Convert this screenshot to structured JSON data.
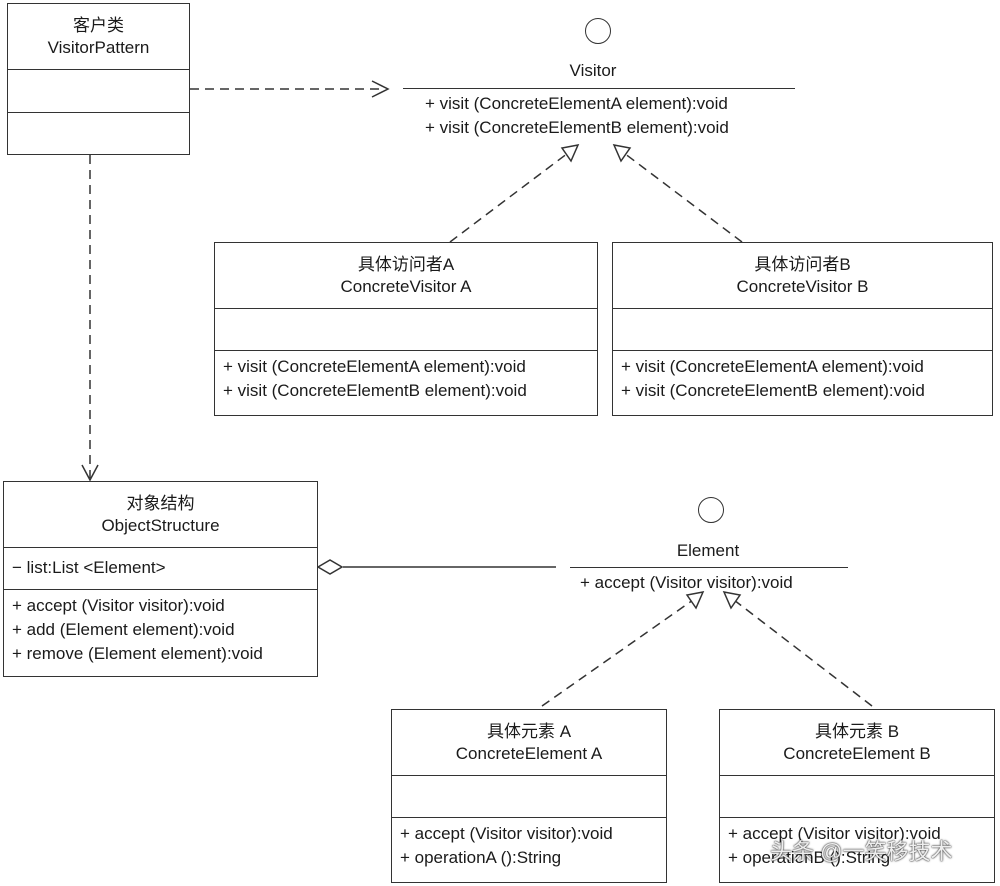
{
  "client": {
    "name_cn": "客户类",
    "name_en": "VisitorPattern"
  },
  "visitor": {
    "name": "Visitor",
    "methods": [
      "+ visit (ConcreteElementA element):void",
      "+ visit (ConcreteElementB element):void"
    ]
  },
  "visitor_a": {
    "name_cn": "具体访问者A",
    "name_en": "ConcreteVisitor A",
    "methods": [
      "+ visit (ConcreteElementA element):void",
      "+ visit (ConcreteElementB element):void"
    ]
  },
  "visitor_b": {
    "name_cn": "具体访问者B",
    "name_en": "ConcreteVisitor B",
    "methods": [
      "+ visit (ConcreteElementA element):void",
      "+ visit (ConcreteElementB element):void"
    ]
  },
  "object_structure": {
    "name_cn": "对象结构",
    "name_en": "ObjectStructure",
    "attributes": [
      "− list:List <Element>"
    ],
    "methods": [
      "+ accept (Visitor visitor):void",
      "+ add (Element element):void",
      "+ remove (Element element):void"
    ]
  },
  "element": {
    "name": "Element",
    "methods": [
      "+ accept (Visitor visitor):void"
    ]
  },
  "element_a": {
    "name_cn": "具体元素 A",
    "name_en": "ConcreteElement A",
    "methods": [
      "+ accept (Visitor visitor):void",
      "+ operationA ():String"
    ]
  },
  "element_b": {
    "name_cn": "具体元素 B",
    "name_en": "ConcreteElement B",
    "methods": [
      "+ accept (Visitor visitor):void",
      "+ operationB ():String"
    ]
  },
  "watermark": "头条 @一笑移技术",
  "colors": {
    "line": "#333333",
    "background": "#ffffff"
  }
}
